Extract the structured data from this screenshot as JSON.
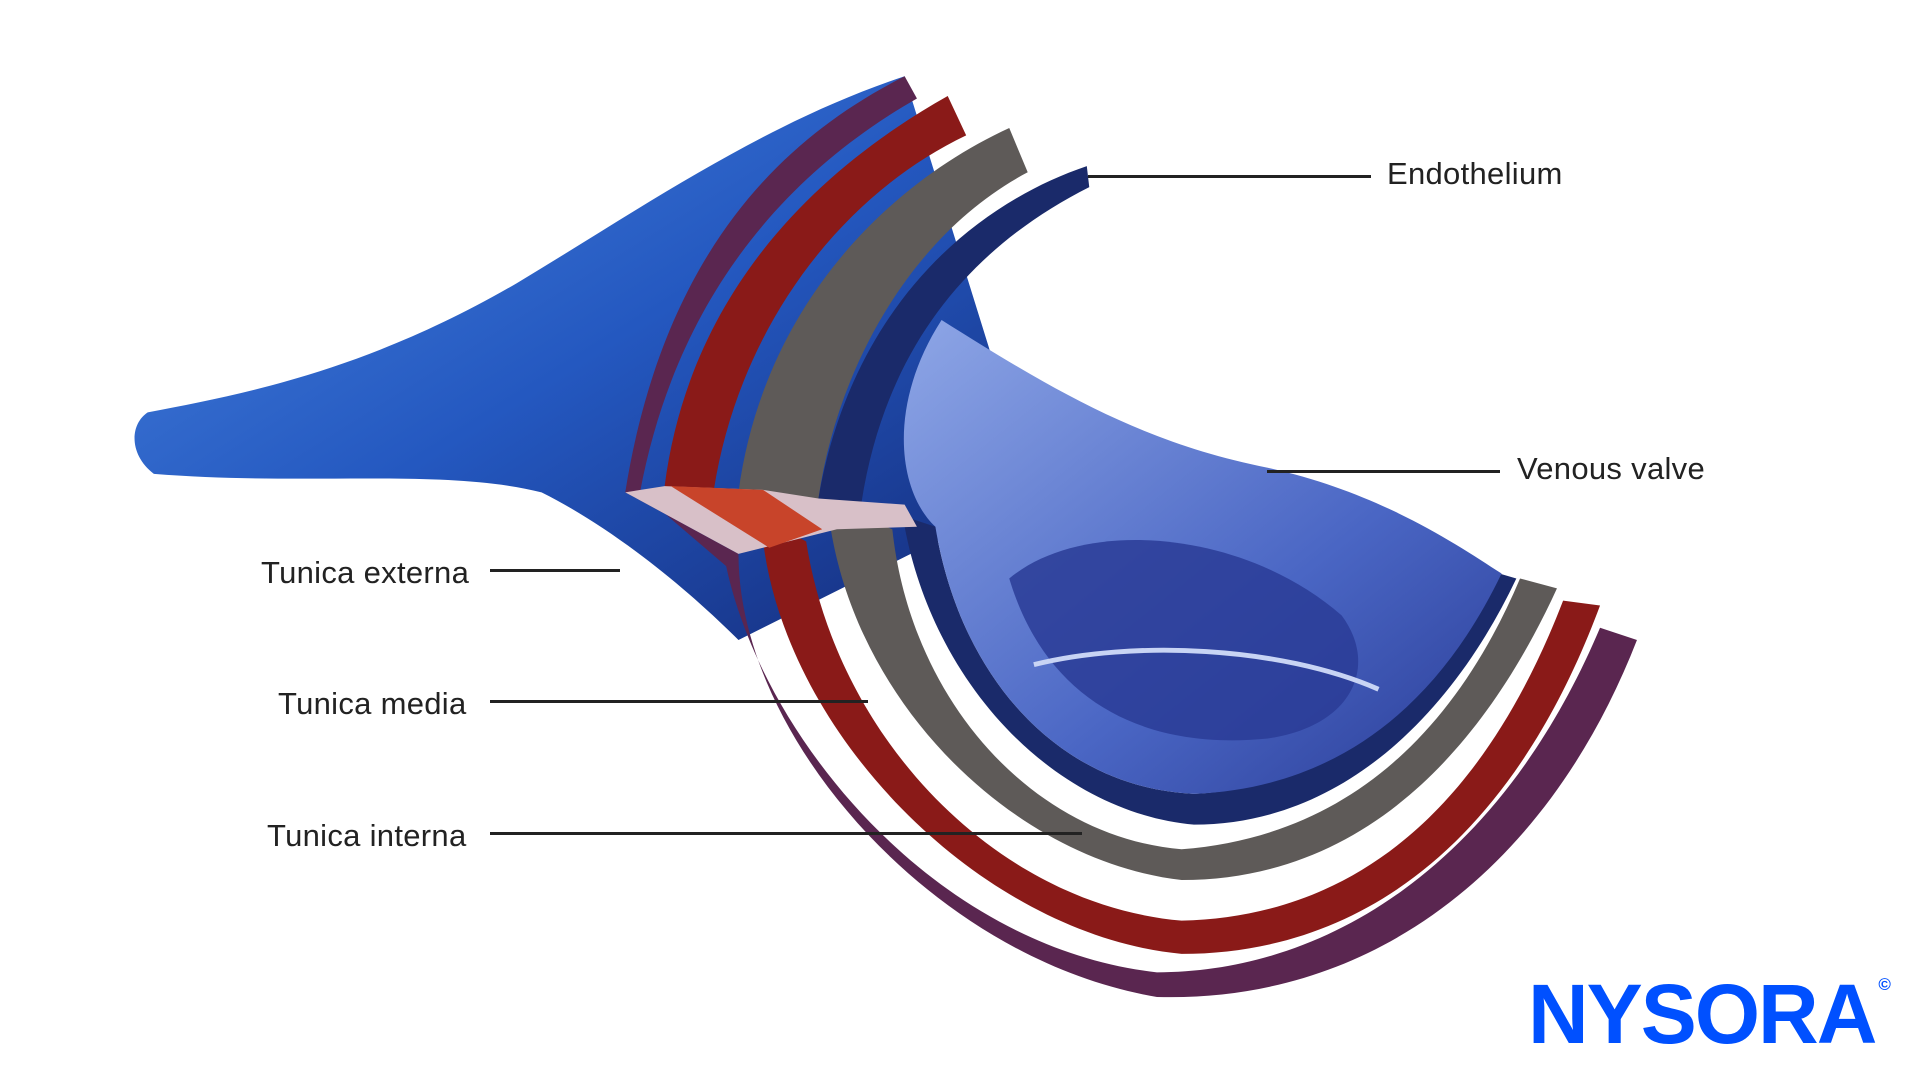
{
  "labels": {
    "endothelium": "Endothelium",
    "venous_valve": "Venous valve",
    "tunica_externa": "Tunica externa",
    "tunica_media": "Tunica media",
    "tunica_interna": "Tunica interna"
  },
  "logo": {
    "text": "NYSORA",
    "mark": "©"
  },
  "colors": {
    "vein": "#2a5cc0",
    "externa": "#6a2a55",
    "media_red": "#b33a20",
    "interna_gray": "#5e5a58",
    "endo": "#1a2a6a",
    "brand": "#0050ff"
  }
}
